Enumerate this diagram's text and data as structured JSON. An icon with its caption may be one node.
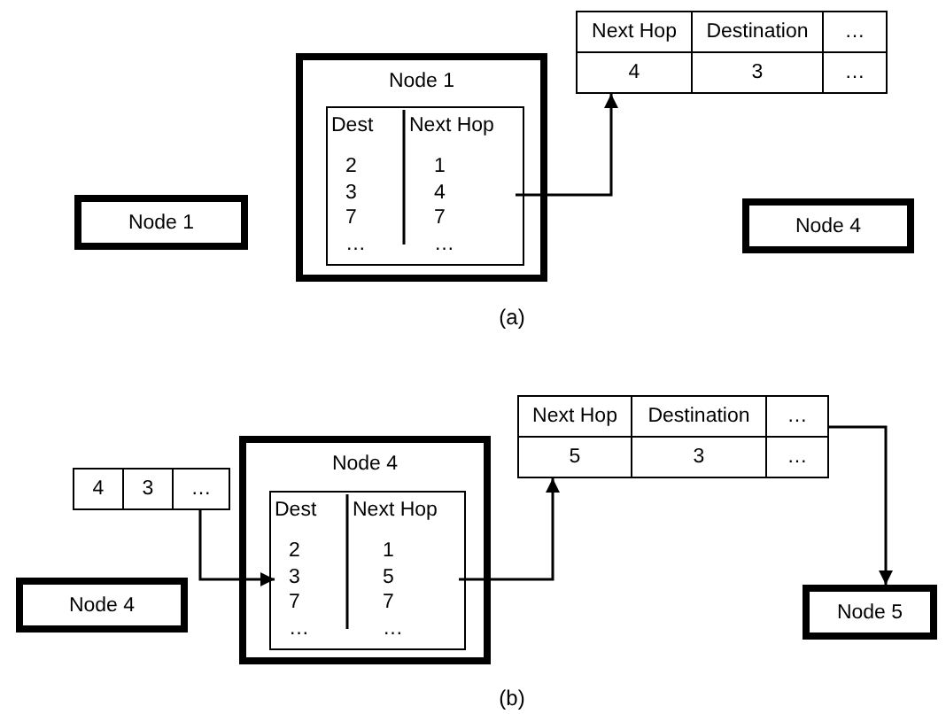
{
  "diagram": {
    "nodes": [
      {
        "text": [
          "Node 1"
        ]
      },
      {
        "text": [
          "Node 1"
        ]
      },
      {
        "text": [],
        "shape": "box",
        "in": 1
      },
      {
        "text": [
          "Dest",
          "2 3 7 …"
        ],
        "in": 2
      },
      {
        "text": [
          "Next Hop",
          "1 4 7 …"
        ],
        "in": 2
      },
      {
        "text": [
          "Next Hop",
          "Destination",
          "…",
          "4",
          "3",
          "…"
        ]
      },
      {
        "text": [
          "Node 4"
        ]
      },
      {
        "text": [
          "4",
          "3",
          "…"
        ]
      },
      {
        "text": [
          "Node 4"
        ]
      },
      {
        "text": [
          "Node 4"
        ]
      },
      {
        "text": [],
        "shape": "box",
        "in": 9
      },
      {
        "text": [
          "Dest",
          "2 3 7 …"
        ],
        "in": 10
      },
      {
        "text": [
          "Next Hop",
          "1 5 7 …"
        ],
        "in": 10
      },
      {
        "text": [
          "Next Hop",
          "Destination",
          "…",
          "5",
          "3",
          "…"
        ]
      },
      {
        "text": [
          "Node 5"
        ]
      }
    ],
    "edges": [
      {
        "from": 4,
        "to": 5,
        "arrow": "to"
      },
      {
        "from": 7,
        "to": 11,
        "arrow": "to"
      },
      {
        "from": 12,
        "to": 13,
        "arrow": "to"
      },
      {
        "from": 13,
        "to": 14,
        "arrow": "to"
      }
    ],
    "labels": [
      "(a)",
      "(b)"
    ]
  }
}
